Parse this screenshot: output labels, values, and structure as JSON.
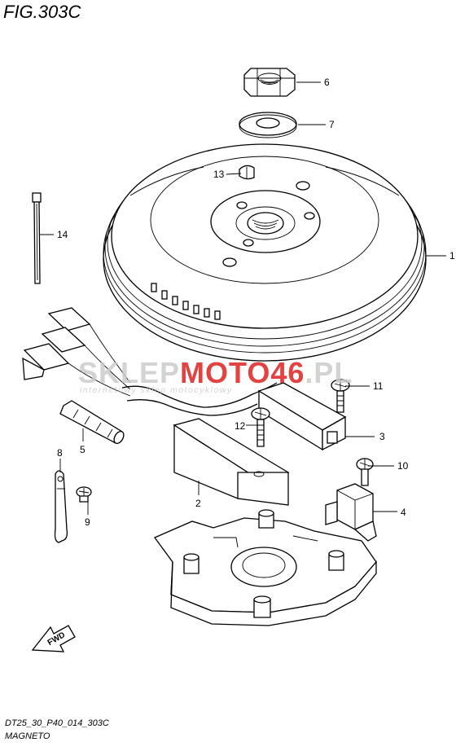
{
  "figure": {
    "title": "FIG.303C",
    "code": "DT25_30_P40_014_303C",
    "name": "MAGNETO"
  },
  "direction_arrow": {
    "label": "FWD"
  },
  "watermark": {
    "brand_left": "SKLEP",
    "brand_mid": "MOTO",
    "brand_num": "46",
    "brand_tld": ".PL",
    "tagline": "internetowy sklep motocyklowy",
    "accent_color": "#e02020",
    "base_color": "#cccccc"
  },
  "callouts": [
    {
      "id": "1",
      "label": "1"
    },
    {
      "id": "2",
      "label": "2"
    },
    {
      "id": "3",
      "label": "3"
    },
    {
      "id": "4",
      "label": "4"
    },
    {
      "id": "5",
      "label": "5"
    },
    {
      "id": "6",
      "label": "6"
    },
    {
      "id": "7",
      "label": "7"
    },
    {
      "id": "8",
      "label": "8"
    },
    {
      "id": "9",
      "label": "9"
    },
    {
      "id": "10",
      "label": "10"
    },
    {
      "id": "11",
      "label": "11"
    },
    {
      "id": "12",
      "label": "12"
    },
    {
      "id": "13",
      "label": "13"
    },
    {
      "id": "14",
      "label": "14"
    }
  ]
}
